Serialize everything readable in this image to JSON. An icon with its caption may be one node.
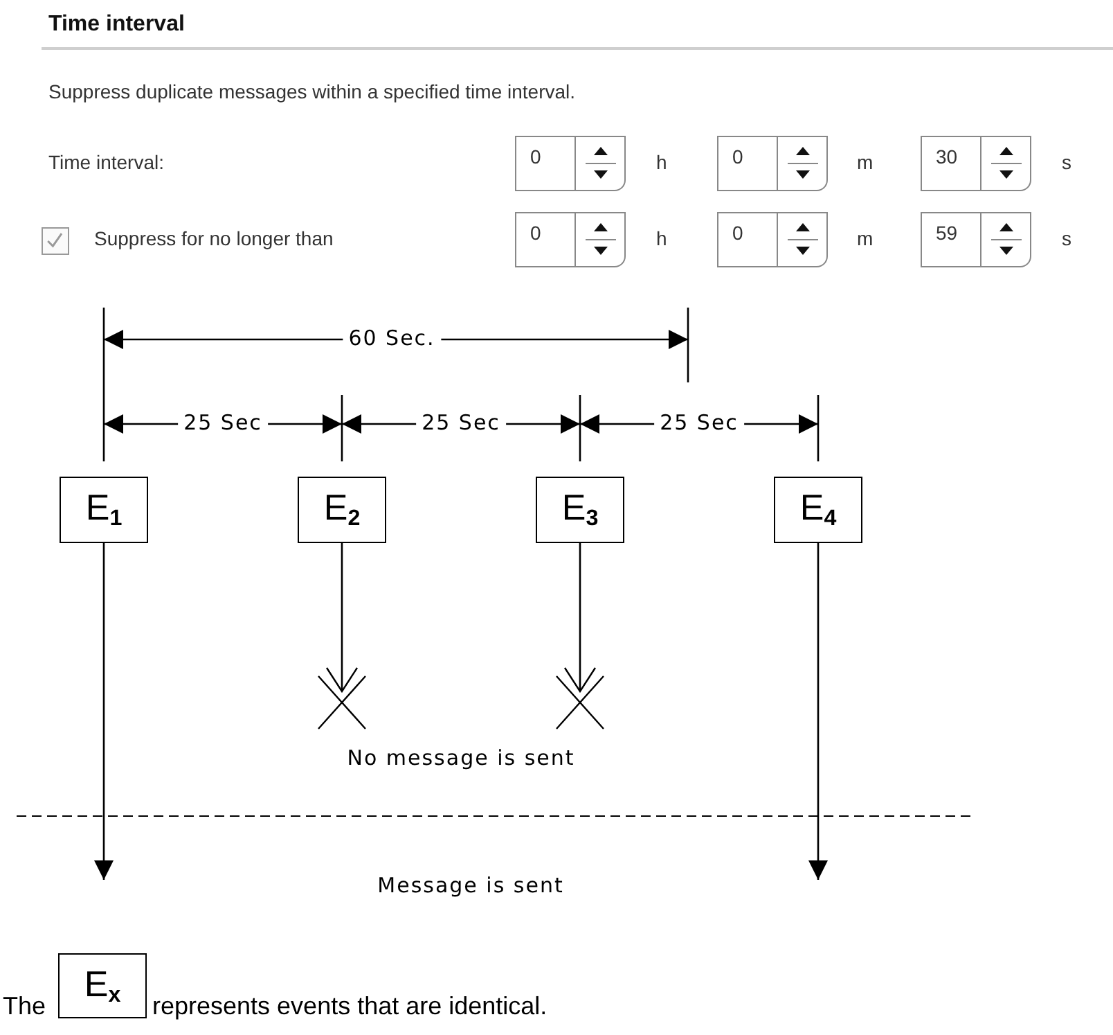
{
  "diagram": {
    "title": "Time interval",
    "nodes": [
      {
        "text": [
          "E$_{1}$"
        ]
      },
      {
        "text": [
          "E$_{2}$"
        ]
      },
      {
        "text": [
          "E$_{3}$"
        ]
      },
      {
        "text": [
          "E$_{4}$"
        ]
      },
      {
        "text": [],
        "shape": "cross"
      },
      {
        "text": [],
        "shape": "cross"
      },
      {
        "text": [
          "E$_{x}$"
        ]
      }
    ],
    "edges": [
      {
        "from": 0,
        "to": null,
        "arrow": "to"
      },
      {
        "from": 1,
        "to": 4,
        "arrow": "to"
      },
      {
        "from": 2,
        "to": 5,
        "arrow": "to"
      },
      {
        "from": 3,
        "to": null,
        "arrow": "to"
      }
    ],
    "labels": [
      "Suppress duplicate messages within a specified time interval.",
      "Time interval:",
      "0",
      "h",
      "0",
      "m",
      "30",
      "s",
      "Suppress for no longer than",
      "0",
      "h",
      "0",
      "m",
      "59",
      "s",
      "60 Sec.",
      "25 Sec",
      "25 Sec",
      "25 Sec",
      "No message is sent",
      "Message is sent",
      "The",
      "represents events that are identical."
    ]
  }
}
